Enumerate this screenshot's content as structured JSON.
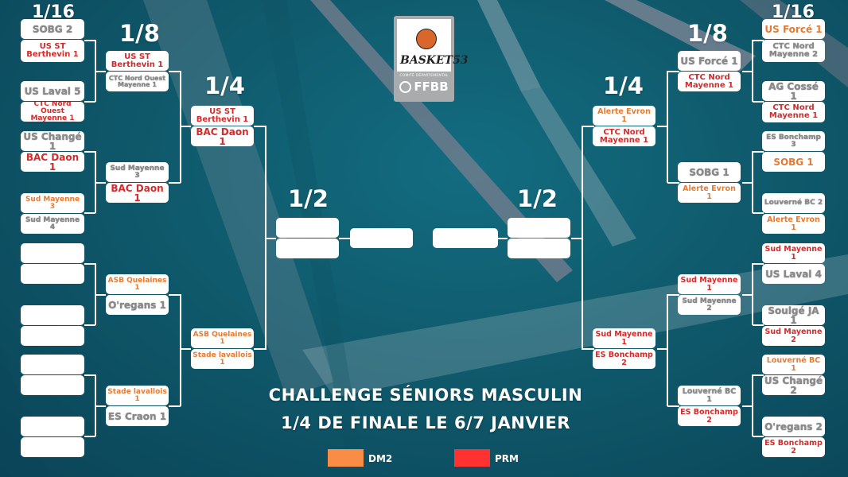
{
  "title": {
    "line1": "CHALLENGE SÉNIORS MASCULIN",
    "line2": "1/4 DE FINALE LE 6/7 JANVIER"
  },
  "logo": {
    "brand": "BASKET53",
    "subtitle": "COMITÉ DÉPARTEMENTAL",
    "federation": "FFBB"
  },
  "legend": [
    {
      "label": "DM2",
      "color": "#f98d45"
    },
    {
      "label": "PRM",
      "color": "#ff3131"
    }
  ],
  "colors": {
    "dm2": "#e57b33",
    "prm": "#d62a2a",
    "other": "#8a8a8a",
    "background": "#0f5a6c"
  },
  "rounds": {
    "r16_left": "1/16",
    "r8_left": "1/8",
    "r4_left": "1/4",
    "r2_left": "1/2",
    "r2_right": "1/2",
    "r4_right": "1/4",
    "r8_right": "1/8",
    "r16_right": "1/16"
  },
  "left": {
    "r16": [
      {
        "top": "SOBG 2",
        "bottom": "US ST\nBerthevin 1"
      },
      {
        "top": "US Laval 5",
        "bottom": "CTC Nord Ouest\nMayenne 1"
      },
      {
        "top": "US Changé 1",
        "bottom": "BAC Daon 1"
      },
      {
        "top": "Sud Mayenne 3",
        "bottom": "Sud Mayenne 4"
      },
      {
        "top": "",
        "bottom": ""
      },
      {
        "top": "",
        "bottom": ""
      },
      {
        "top": "",
        "bottom": ""
      },
      {
        "top": "",
        "bottom": ""
      }
    ],
    "r8": [
      {
        "top": "US ST\nBerthevin 1",
        "bottom": "CTC Nord Ouest\nMayenne 1"
      },
      {
        "top": "Sud Mayenne 3",
        "bottom": "BAC Daon 1"
      },
      {
        "top": "ASB Quelaines 1",
        "bottom": "O'regans 1"
      },
      {
        "top": "Stade lavallois 1",
        "bottom": "ES Craon 1"
      }
    ],
    "r4": [
      {
        "top": "US ST\nBerthevin 1",
        "bottom": "BAC Daon 1"
      },
      {
        "top": "ASB Quelaines 1",
        "bottom": "Stade lavallois 1"
      }
    ],
    "r2": {
      "top": "",
      "bottom": ""
    },
    "final": ""
  },
  "right": {
    "r16": [
      {
        "top": "US Forcé 1",
        "bottom": "CTC Nord\nMayenne 2"
      },
      {
        "top": "AG Cossé 1",
        "bottom": "CTC Nord\nMayenne 1"
      },
      {
        "top": "ES Bonchamp 3",
        "bottom": "SOBG 1"
      },
      {
        "top": "Louverné BC 2",
        "bottom": "Alerte Evron 1"
      },
      {
        "top": "Sud Mayenne 1",
        "bottom": "US Laval 4"
      },
      {
        "top": "Soulgé JA 1",
        "bottom": "Sud Mayenne 2"
      },
      {
        "top": "Louverné BC 1",
        "bottom": "US Changé 2"
      },
      {
        "top": "O'regans 2",
        "bottom": "ES Bonchamp 2"
      }
    ],
    "r8": [
      {
        "top": "US Forcé 1",
        "bottom": "CTC Nord\nMayenne 1"
      },
      {
        "top": "SOBG 1",
        "bottom": "Alerte Evron 1"
      },
      {
        "top": "Sud Mayenne 1",
        "bottom": "Sud Mayenne 2"
      },
      {
        "top": "Louverné BC 1",
        "bottom": "ES Bonchamp 2"
      }
    ],
    "r4": [
      {
        "top": "Alerte Evron 1",
        "bottom": "CTC Nord\nMayenne 1"
      },
      {
        "top": "Sud Mayenne 1",
        "bottom": "ES Bonchamp 2"
      }
    ],
    "r2": {
      "top": "",
      "bottom": ""
    },
    "final": ""
  }
}
